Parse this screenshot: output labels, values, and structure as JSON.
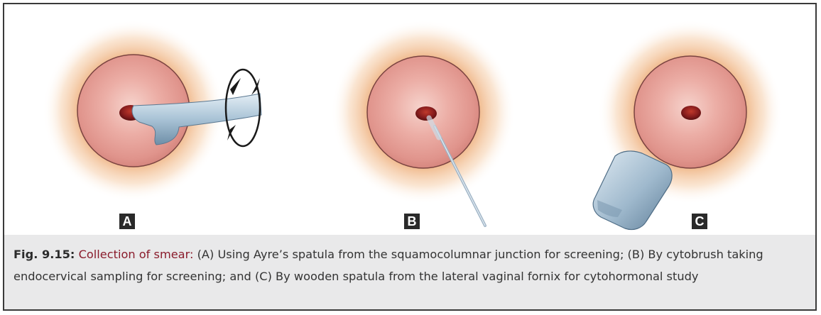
{
  "panels": [
    {
      "label": "A",
      "tool": "ayre-spatula"
    },
    {
      "label": "B",
      "tool": "cytobrush"
    },
    {
      "label": "C",
      "tool": "wooden-spatula"
    }
  ],
  "caption": {
    "number": "Fig. 9.15:",
    "title": "Collection of smear:",
    "text": "(A) Using Ayre’s spatula from the squamocolumnar junction for screening; (B) By cytobrush taking endocervical sampling for screening; and (C) By wooden spatula from the lateral vaginal fornix for cytohormonal study"
  },
  "colors": {
    "cervix": "#e8a19a",
    "cervix_rim": "#7a4340",
    "os": "#8a1e1e",
    "glow": "#f4c9a0",
    "tool": "#b9cfe0",
    "border": "#3a3a3a",
    "caption_background": "#e9e9ea",
    "caption_title": "#8a1c2c"
  }
}
